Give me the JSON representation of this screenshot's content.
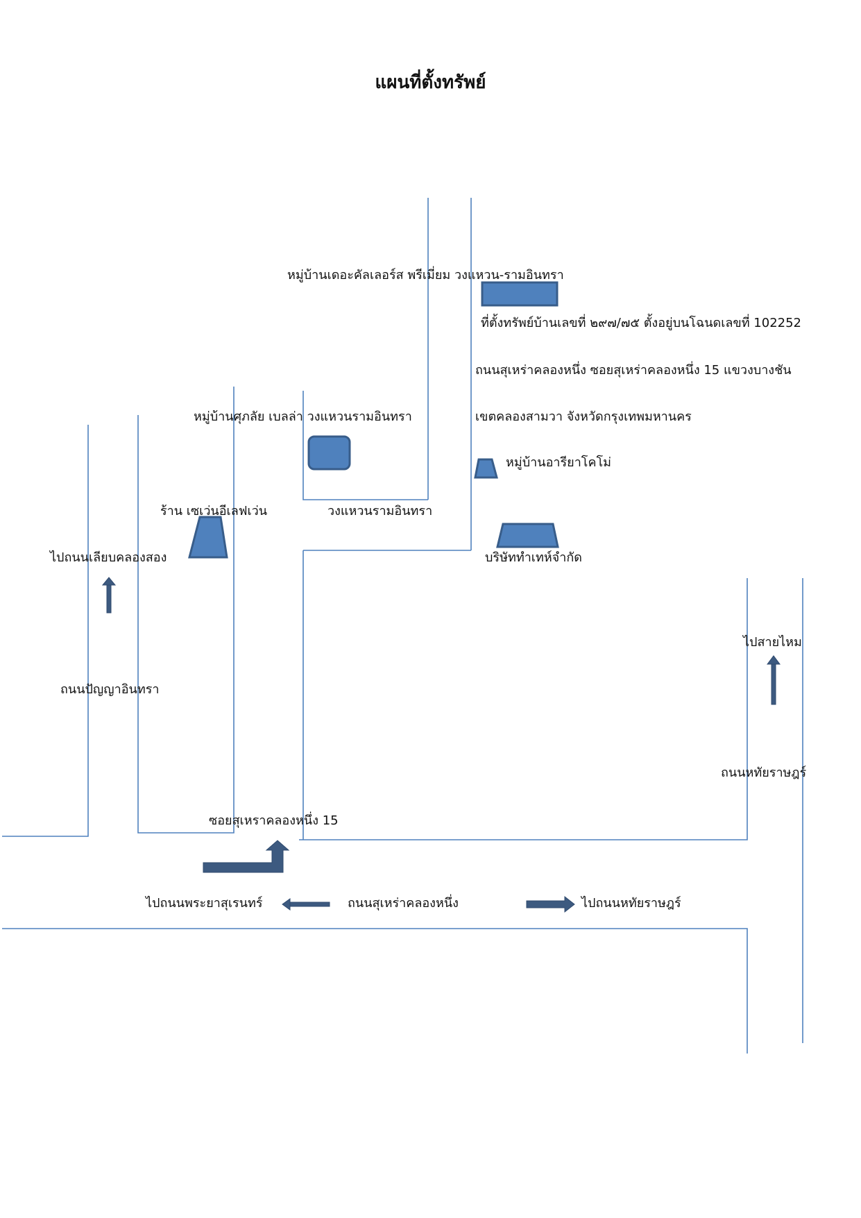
{
  "title": "แผนที่ตั้งทรัพย์",
  "labels": {
    "village_colors_premium": "หมู่บ้านเดอะคัลเลอร์ส พรีเมี่ยม วงแหวน-รามอินทรา",
    "property_line1": "ที่ตั้งทรัพย์บ้านเลขที่ ๒๙๗/๗๕ ตั้งอยู่บนโฉนดเลขที่ 102252",
    "property_line2": "ถนนสุเหร่าคลองหนึ่ง  ซอยสุเหร่าคลองหนึ่ง 15  แขวงบางชัน",
    "property_line3": "เขตคลองสามวา  จังหวัดกรุงเทพมหานคร",
    "village_supalai": "หมู่บ้านศุภลัย เบลล่า วงแหวนรามอินทรา",
    "village_arria": "หมู่บ้านอารียาโคโม่",
    "seven_eleven": "ร้าน เซเว่นอีเลฟเว่น",
    "ring_road": "วงแหวนรามอินทรา",
    "company": "บริษัททำเทห์จำกัด",
    "to_liap_khlong_song": "ไปถนนเลียบคลองสอง",
    "panya_indra_road": "ถนนปัญญาอินทรา",
    "to_sai_mai": "ไปสายไหม",
    "hathai_rat_road": "ถนนหทัยราษฎร์",
    "soi_15": "ซอยสุเหราคลองหนึ่ง 15",
    "to_phraya_suren": "ไปถนนพระยาสุเรนทร์",
    "surao_khlong_nueng_road": "ถนนสุเหร่าคลองหนึ่ง",
    "to_hathai_rat": "ไปถนนหทัยราษฎร์"
  },
  "colors": {
    "road_line": "#4f81bd",
    "marker_fill": "#4f81bd",
    "marker_outline": "#385d8a",
    "arrow": "#3d5a80"
  }
}
